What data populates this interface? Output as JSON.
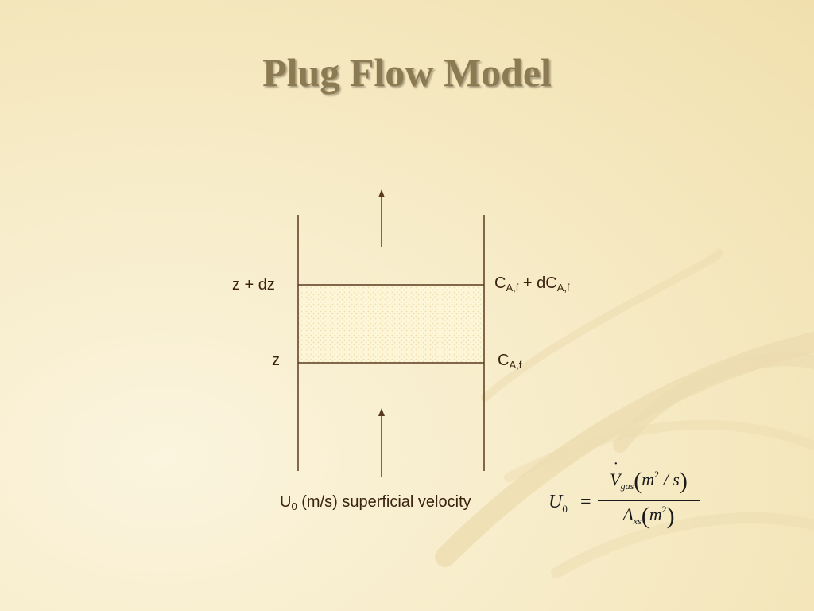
{
  "title": "Plug Flow Model",
  "colors": {
    "line": "#5a3a1e",
    "title": "#8c7b52",
    "dz_fill": "#fdf6d8",
    "dz_dots": "#f1e2b0"
  },
  "labels": {
    "z_plus_dz": "z + dz",
    "z": "z",
    "conc_top_C": "C",
    "conc_top_sub": "A,f",
    "conc_top_plus": " + dC",
    "conc_top_sub2": "A,f",
    "conc_bottom_C": "C",
    "conc_bottom_sub": "A,f",
    "u0_U": "U",
    "u0_sub": "0",
    "u0_text": " (m/s) superficial velocity"
  },
  "equation": {
    "lhs": "U",
    "lhs_sub": "0",
    "equals": "=",
    "num_symbol": "V",
    "num_sub": "gas",
    "num_unit_m": "m",
    "num_unit_exp": "2",
    "num_unit_rest": " / s",
    "den_symbol": "A",
    "den_sub": "xs",
    "den_unit_m": "m",
    "den_unit_exp": "2"
  }
}
